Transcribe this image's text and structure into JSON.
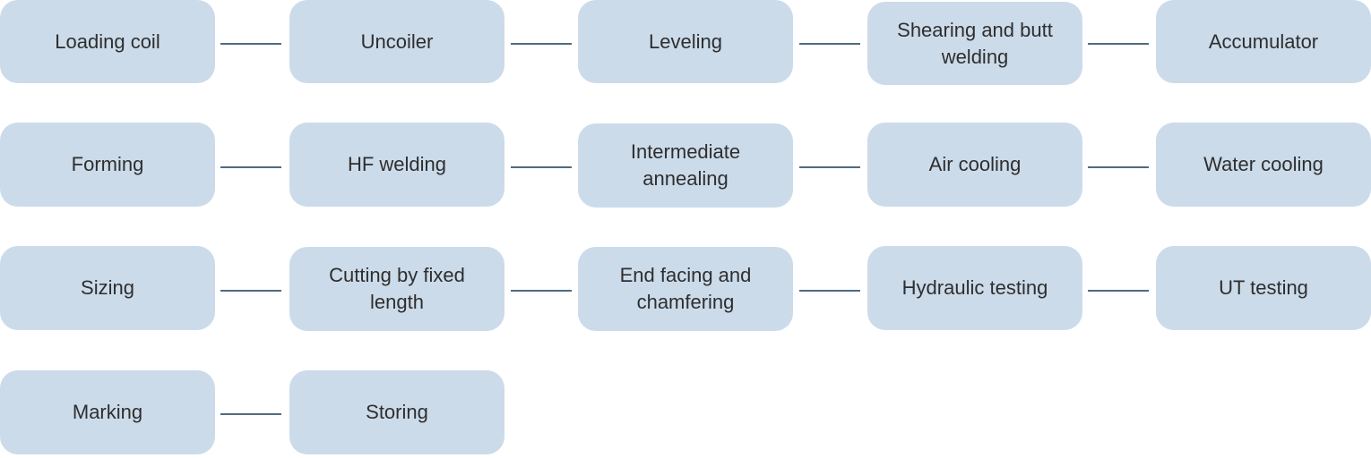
{
  "steps": [
    "Loading coil",
    "Uncoiler",
    "Leveling",
    "Shearing and butt welding",
    "Accumulator",
    "Forming",
    "HF welding",
    "Intermediate annealing",
    "Air cooling",
    "Water cooling",
    "Sizing",
    "Cutting by fixed length",
    "End facing and chamfering",
    "Hydraulic testing",
    "UT testing",
    "Marking",
    "Storing"
  ],
  "colors": {
    "box_fill": "#ccdbea",
    "connector": "#4f6b80",
    "text": "#2e2e2e"
  }
}
